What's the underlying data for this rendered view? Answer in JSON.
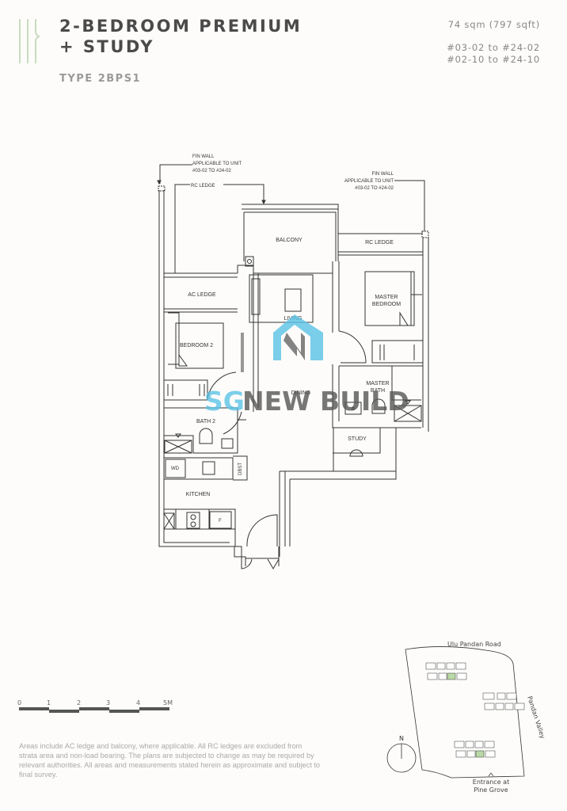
{
  "header": {
    "title_line1": "2-BEDROOM PREMIUM",
    "title_line2": "+ STUDY",
    "type": "TYPE 2BPS1",
    "area": "74 sqm (797 sqft)",
    "units": [
      "#03-02 to #24-02",
      "#02-10 to #24-10"
    ],
    "accent_color": "#c9dcbf"
  },
  "floorplan": {
    "annotations": {
      "fin_wall_left": [
        "FIN WALL",
        "APPLICABLE TO UNIT",
        "#03-02 TO #24-02"
      ],
      "fin_wall_right": [
        "FIN WALL",
        "APPLICABLE TO UNIT",
        "#03-02 TO #24-02"
      ],
      "rc_ledge_top": "RC LEDGE"
    },
    "rooms": {
      "balcony": "BALCONY",
      "rc_ledge": "RC LEDGE",
      "ac_ledge": "AC LEDGE",
      "living": "LIVING",
      "master_bedroom_1": "MASTER",
      "master_bedroom_2": "BEDROOM",
      "bedroom2": "BEDROOM 2",
      "dining": "DINING",
      "master_bath_1": "MASTER",
      "master_bath_2": "BATH",
      "bath2": "BATH 2",
      "study": "STUDY",
      "kitchen": "KITCHEN",
      "wd": "WD",
      "dbst": "DBST",
      "fridge": "F",
      "bin": "X"
    },
    "watermark": {
      "part1": "SG",
      "part2": "NEW BUILD",
      "color": "#5bc3e6"
    }
  },
  "scale_bar": {
    "ticks": [
      "0",
      "1",
      "2",
      "3",
      "4",
      "5M"
    ]
  },
  "disclaimer": "Areas include AC ledge and balcony, where applicable. All RC ledges are excluded from strata area and non-load bearing. The plans are subjected to change as may be required by relevant authorities. All areas and measurements stated herein as approximate and subject to final survey.",
  "site_plan": {
    "north_label": "N",
    "road_top": "Ulu Pandan Road",
    "road_right": "Pandan Valley",
    "entrance_line1": "Entrance at",
    "entrance_line2": "Pine Grove",
    "highlight_color": "#b9d9a6"
  }
}
